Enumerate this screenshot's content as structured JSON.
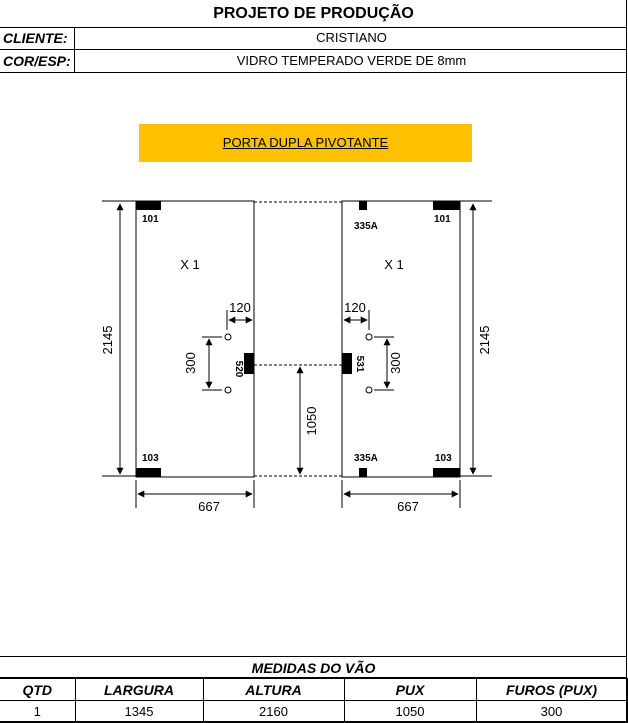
{
  "header": {
    "title": "PROJETO DE PRODUÇÃO",
    "cliente_label": "CLIENTE:",
    "cliente_value": "CRISTIANO",
    "coresp_label": "COR/ESP:",
    "coresp_value": "VIDRO TEMPERADO VERDE DE 8mm"
  },
  "drawing": {
    "banner": "PORTA DUPLA PIVOTANTE",
    "left_panel": {
      "quantity": "X 1",
      "code_top": "101",
      "code_bottom": "103",
      "code_lock": "520",
      "height": "2145",
      "width": "667",
      "hole_offset": "120",
      "hole_spacing": "300"
    },
    "right_panel": {
      "quantity": "X 1",
      "code_top": "101",
      "code_bottom": "103",
      "code_pivot_top": "335A",
      "code_pivot_bottom": "335A",
      "code_lock": "531",
      "height": "2145",
      "width": "667",
      "hole_offset": "120",
      "hole_spacing": "300"
    },
    "handle_height": "1050"
  },
  "medidas": {
    "title": "MEDIDAS DO VÃO",
    "columns": [
      "QTD",
      "LARGURA",
      "ALTURA",
      "PUX",
      "FUROS (PUX)"
    ],
    "row": [
      "1",
      "1345",
      "2160",
      "1050",
      "300"
    ]
  }
}
